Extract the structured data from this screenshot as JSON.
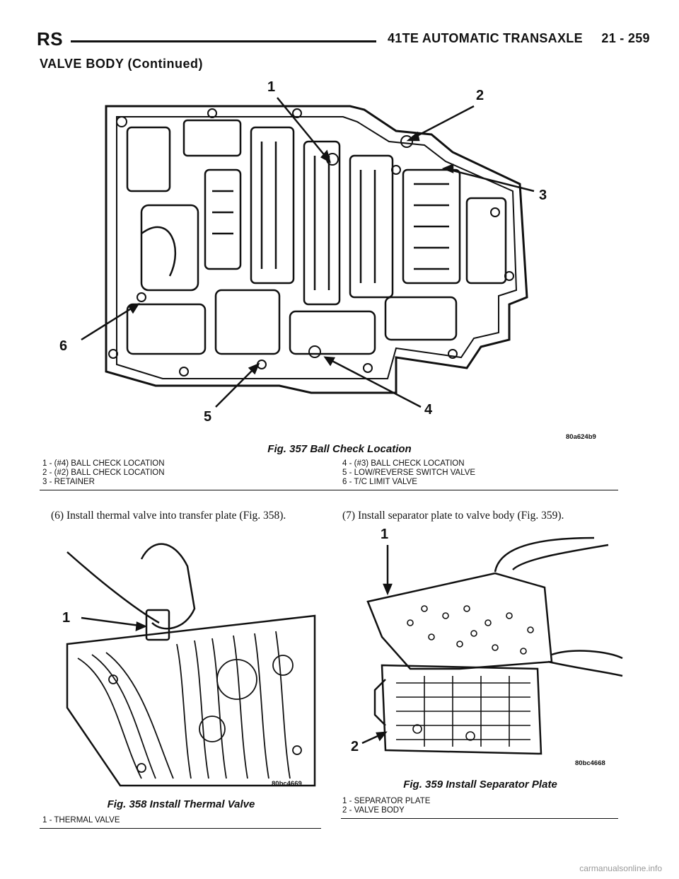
{
  "header": {
    "left": "RS",
    "right": "41TE AUTOMATIC TRANSAXLE     21 - 259"
  },
  "section_title": "VALVE BODY (Continued)",
  "fig357": {
    "callouts": [
      "1",
      "2",
      "3",
      "4",
      "5",
      "6"
    ],
    "code": "80a624b9",
    "caption": "Fig. 357 Ball Check Location",
    "legend_left": [
      "1 - (#4) BALL CHECK LOCATION",
      "2 - (#2) BALL CHECK LOCATION",
      "3 - RETAINER"
    ],
    "legend_right": [
      "4 - (#3) BALL CHECK LOCATION",
      "5 - LOW/REVERSE SWITCH VALVE",
      "6 - T/C LIMIT VALVE"
    ]
  },
  "step6": "(6) Install thermal valve into transfer plate (Fig. 358).",
  "step7": "(7) Install separator plate to valve body (Fig. 359).",
  "fig358": {
    "callouts": [
      "1"
    ],
    "code": "80bc4669",
    "caption": "Fig. 358 Install Thermal Valve",
    "legend": [
      "1 - THERMAL VALVE"
    ]
  },
  "fig359": {
    "callouts": [
      "1",
      "2"
    ],
    "code": "80bc4668",
    "caption": "Fig. 359 Install Separator Plate",
    "legend": [
      "1 - SEPARATOR PLATE",
      "2 - VALVE BODY"
    ]
  },
  "watermark": "carmanualsonline.info"
}
